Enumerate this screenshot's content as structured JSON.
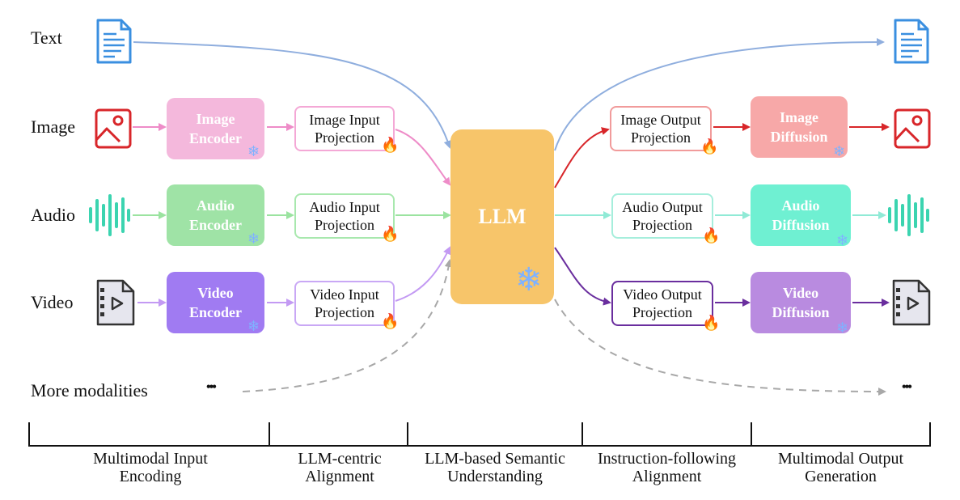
{
  "modalities": {
    "text": "Text",
    "image": "Image",
    "audio": "Audio",
    "video": "Video",
    "more": "More modalities",
    "ellipsis": "•••"
  },
  "encoders": {
    "image": "Image\nEncoder",
    "audio": "Audio\nEncoder",
    "video": "Video\nEncoder"
  },
  "input_projections": {
    "image": "Image Input\nProjection",
    "audio": "Audio Input\nProjection",
    "video": "Video Input\nProjection"
  },
  "llm": "LLM",
  "output_projections": {
    "image": "Image Output\nProjection",
    "audio": "Audio Output\nProjection",
    "video": "Video Output\nProjection"
  },
  "diffusions": {
    "image": "Image\nDiffusion",
    "audio": "Audio\nDiffusion",
    "video": "Video\nDiffusion"
  },
  "stages": [
    "Multimodal Input\nEncoding",
    "LLM-centric\nAlignment",
    "LLM-based Semantic\nUnderstanding",
    "Instruction-following\nAlignment",
    "Multimodal Output\nGeneration"
  ],
  "icons": {
    "trainable": "fire-icon",
    "frozen": "snowflake-icon",
    "text": "document-icon",
    "image": "picture-icon",
    "audio": "waveform-icon",
    "video": "video-file-icon"
  },
  "colors": {
    "image_encoder": "#F4B8DC",
    "audio_encoder": "#9FE3A6",
    "video_encoder": "#A07BF2",
    "llm": "#F7C56A",
    "image_diffusion": "#F7A8A8",
    "audio_diffusion": "#6FF0D2",
    "video_diffusion": "#B98BE0",
    "text_arrow": "#8FAEDE",
    "image_in": "#EE8CC8",
    "audio_in": "#9BE3A0",
    "video_in": "#C39AF3",
    "image_out": "#D8262A",
    "audio_out": "#90EAD6",
    "video_out": "#6A2E9E",
    "more_dashed": "#A8A8A8"
  }
}
